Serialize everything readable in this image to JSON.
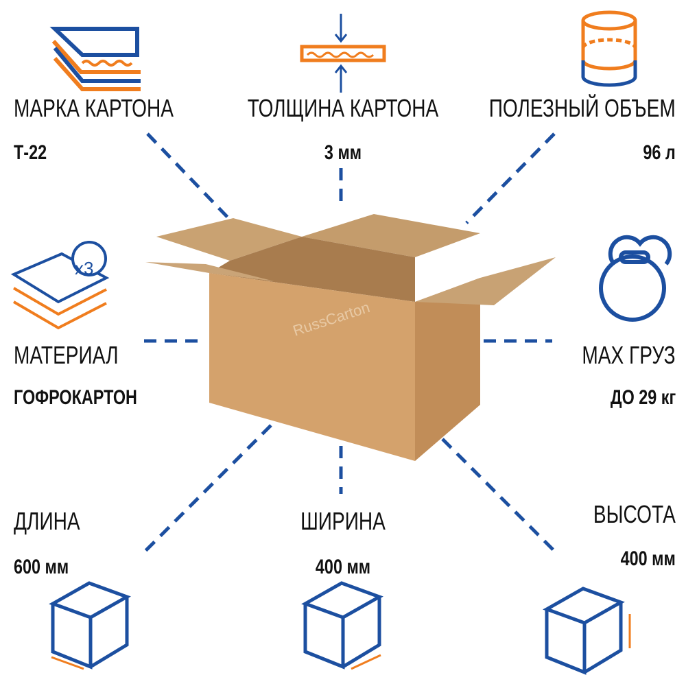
{
  "colors": {
    "blue": "#1c4fa0",
    "orange": "#f07d1e",
    "box": "#d4a26c"
  },
  "watermark": "RussCarton",
  "features": {
    "brand": {
      "label": "МАРКА КАРТОНА",
      "value": "Т-22"
    },
    "thickness": {
      "label": "ТОЛЩИНА КАРТОНА",
      "value": "3 мм"
    },
    "volume": {
      "label": "ПОЛЕЗНЫЙ ОБЪЕМ",
      "value": "96 л"
    },
    "material": {
      "label": "МАТЕРИАЛ",
      "value": "ГОФРОКАРТОН",
      "badge": "x3"
    },
    "load": {
      "label": "MAX ГРУЗ",
      "value": "ДО 29 кг"
    },
    "length": {
      "label": "ДЛИНА",
      "value": "600 мм"
    },
    "width": {
      "label": "ШИРИНА",
      "value": "400 мм"
    },
    "height": {
      "label": "ВЫСОТА",
      "value": "400 мм"
    }
  }
}
